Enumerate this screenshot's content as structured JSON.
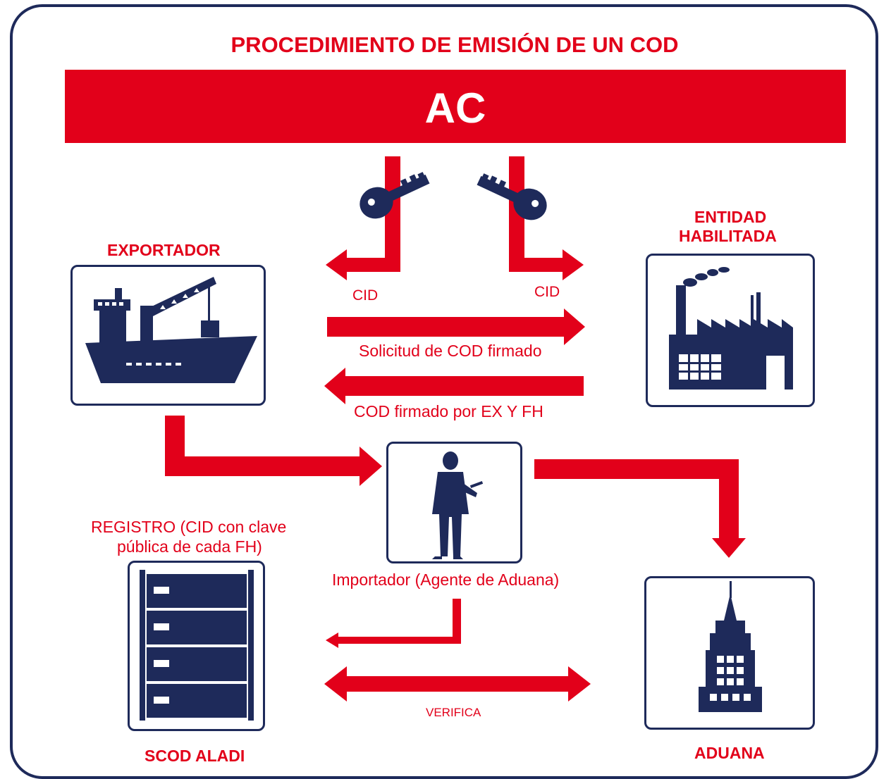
{
  "title": "PROCEDIMIENTO DE EMISIÓN DE UN COD",
  "authority": "AC",
  "nodes": {
    "exporter": "EXPORTADOR",
    "entity_line1": "ENTIDAD",
    "entity_line2": "HABILITADA",
    "importer": "Importador (Agente de Aduana)",
    "registry_line1": "REGISTRO (CID con clave",
    "registry_line2": "pública de cada FH)",
    "scod": "SCOD ALADI",
    "customs": "ADUANA"
  },
  "flows": {
    "cid_left": "CID",
    "cid_right": "CID",
    "request": "Solicitud de COD firmado",
    "signed": "COD firmado por EX Y FH",
    "verify": "VERIFICA"
  },
  "icons": [
    "key-icon",
    "ship-crane-icon",
    "factory-icon",
    "businessman-icon",
    "server-rack-icon",
    "skyscraper-icon"
  ],
  "colors": {
    "accent": "#e2001a",
    "navy": "#1e2a5a"
  }
}
